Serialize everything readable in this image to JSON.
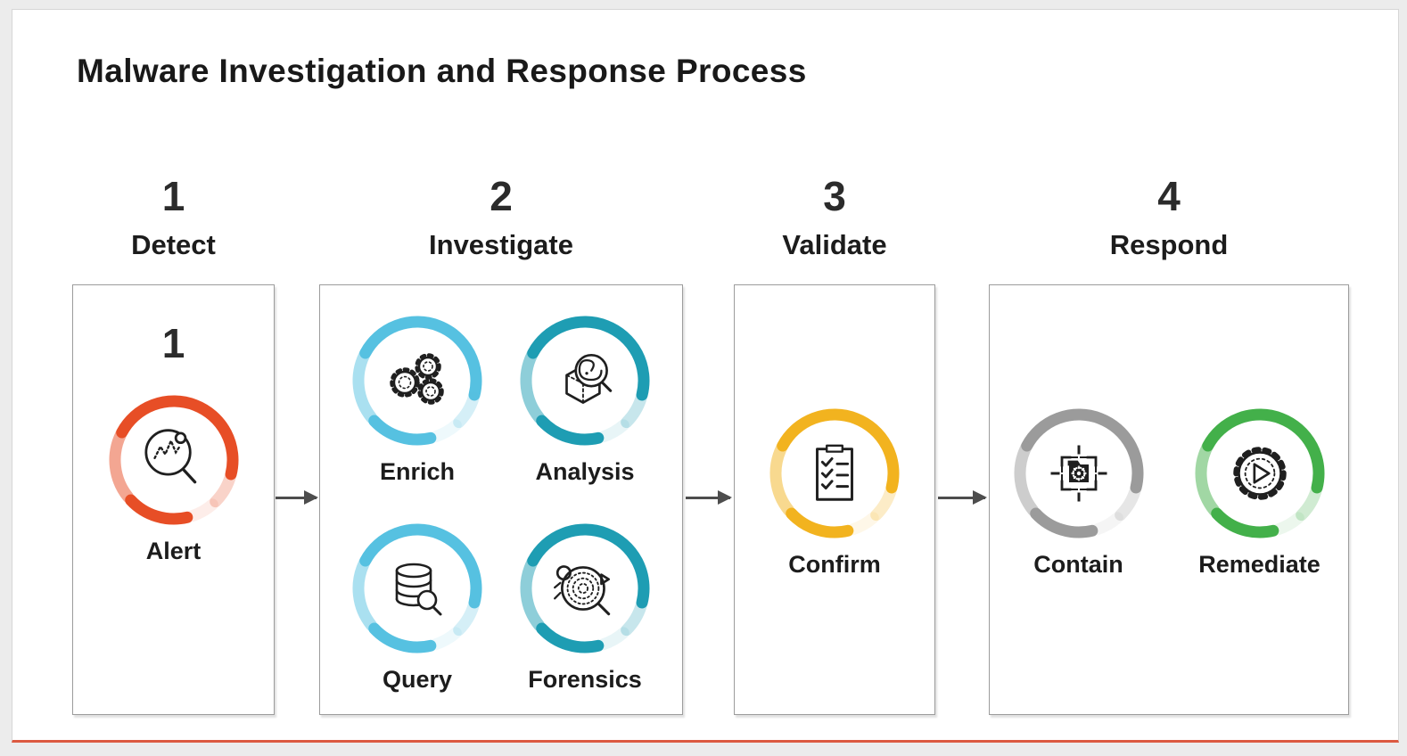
{
  "title": "Malware Investigation and Response Process",
  "accent_line_color": "#DC5A41",
  "arrow_color": "#4D4D4D",
  "steps": [
    {
      "number": "1",
      "label": "Detect",
      "inner_number": "1",
      "items": [
        {
          "label": "Alert",
          "icon": "search-activity-icon",
          "color": "#E74E26"
        }
      ]
    },
    {
      "number": "2",
      "label": "Investigate",
      "items": [
        {
          "label": "Enrich",
          "icon": "gears-icon",
          "color": "#56C1E1"
        },
        {
          "label": "Analysis",
          "icon": "cube-search-icon",
          "color": "#1E9DB3"
        },
        {
          "label": "Query",
          "icon": "database-search-icon",
          "color": "#56C1E1"
        },
        {
          "label": "Forensics",
          "icon": "bug-search-icon",
          "color": "#1E9DB3"
        }
      ]
    },
    {
      "number": "3",
      "label": "Validate",
      "items": [
        {
          "label": "Confirm",
          "icon": "checklist-clipboard-icon",
          "color": "#F2B31F"
        }
      ]
    },
    {
      "number": "4",
      "label": "Respond",
      "items": [
        {
          "label": "Contain",
          "icon": "quarantine-target-icon",
          "color": "#9B9B9B"
        },
        {
          "label": "Remediate",
          "icon": "gear-play-icon",
          "color": "#43B04A"
        }
      ]
    }
  ]
}
